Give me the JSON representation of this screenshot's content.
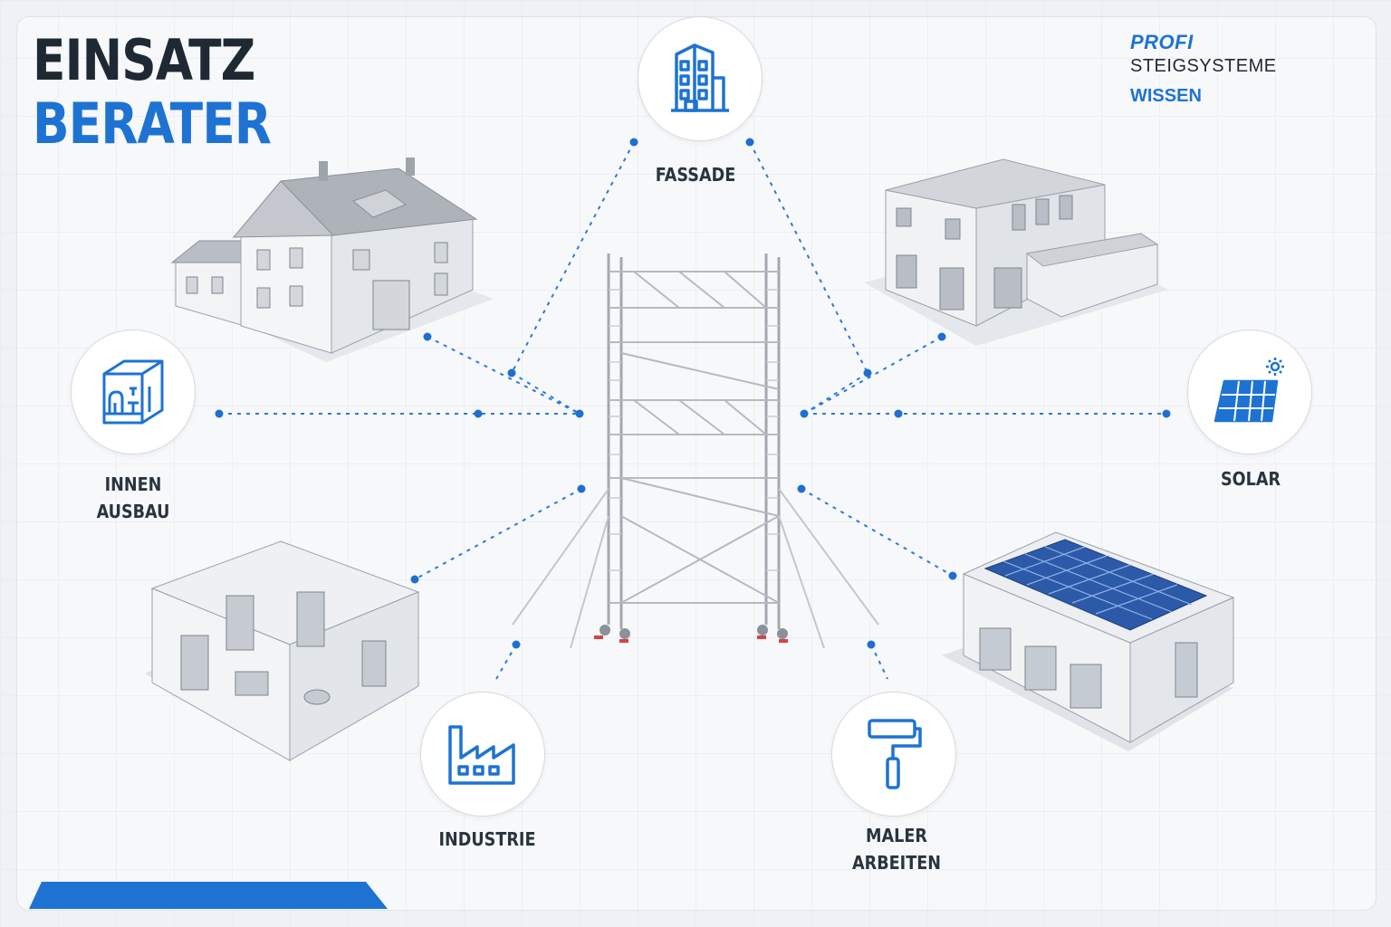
{
  "title": {
    "line1": "EINSATZ",
    "line2": "BERATER"
  },
  "brand": {
    "line1": "PROFI",
    "line2": "STEIGSYSTEME",
    "line3": "WISSEN"
  },
  "categories": {
    "fassade": {
      "label": "FASSADE",
      "icon": "apartment-building-icon"
    },
    "innen": {
      "line1": "INNEN",
      "line2": "AUSBAU",
      "icon": "interior-room-icon"
    },
    "solar": {
      "label": "SOLAR",
      "icon": "solar-panel-icon"
    },
    "industrie": {
      "label": "INDUSTRIE",
      "icon": "factory-icon"
    },
    "maler": {
      "line1": "MALER",
      "line2": "ARBEITEN",
      "icon": "paint-roller-icon"
    }
  },
  "colors": {
    "accent": "#1e73d2",
    "text": "#1f2933",
    "line": "#2b7ad6"
  }
}
